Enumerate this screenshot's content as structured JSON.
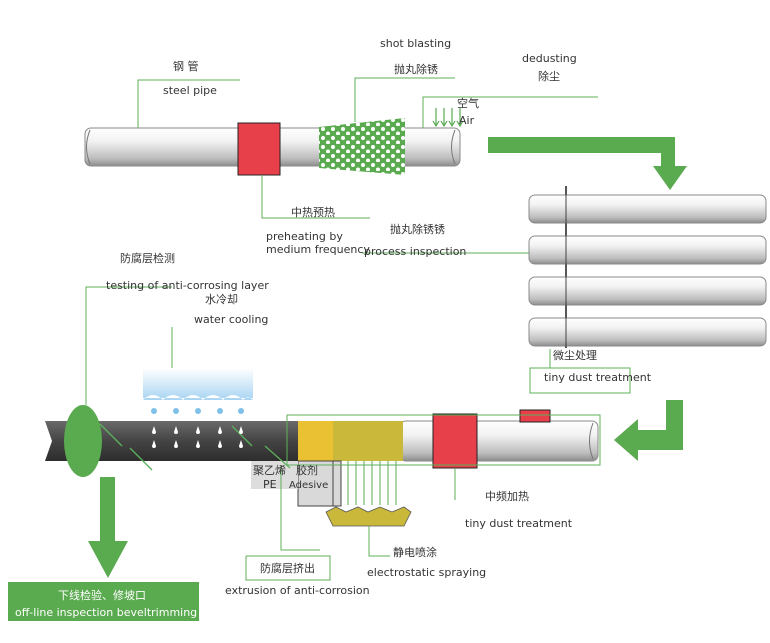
{
  "labels": {
    "steel_pipe_cn": "钢 管",
    "steel_pipe_en": "steel pipe",
    "shot_blasting_en": "shot blasting",
    "shot_blasting_cn": "抛丸除锈",
    "dedusting_en": "dedusting",
    "dedusting_cn": "除尘",
    "air_cn": "空气",
    "air_en": "Air",
    "preheating_cn": "中热预热",
    "preheating_en_1": "preheating by",
    "preheating_en_2": "medium frequency",
    "process_inspection_cn": "抛丸除锈锈",
    "process_inspection_en": "process inspection",
    "testing_cn": "防腐层检测",
    "testing_en": "testing of anti-corrosing layer",
    "water_cooling_cn": "水冷却",
    "water_cooling_en": "water cooling",
    "tiny_dust_cn": "微尘处理",
    "tiny_dust_en": "tiny dust treatment",
    "pe_cn": "聚乙烯",
    "pe_en": "PE",
    "adhesive_cn": "胶剂",
    "adhesive_en": "Adesive",
    "mf_heating_cn": "中频加热",
    "mf_heating_en": "tiny dust treatment",
    "extrusion_cn": "防腐层挤出",
    "extrusion_en": "extrusion of anti-corrosion",
    "electrostatic_cn": "静电喷涂",
    "electrostatic_en": "electrostatic spraying",
    "offline_cn": "下线检验、修坡口",
    "offline_en": "off-line inspection beveltrimming"
  },
  "colors": {
    "green": "#5aaa4f",
    "line_green": "#5db05a",
    "red": "#e8404a",
    "yellow": "#e9c132",
    "olive": "#c9b83a",
    "coated": "#4a4a4a",
    "pipe": "#d3d3d3"
  }
}
